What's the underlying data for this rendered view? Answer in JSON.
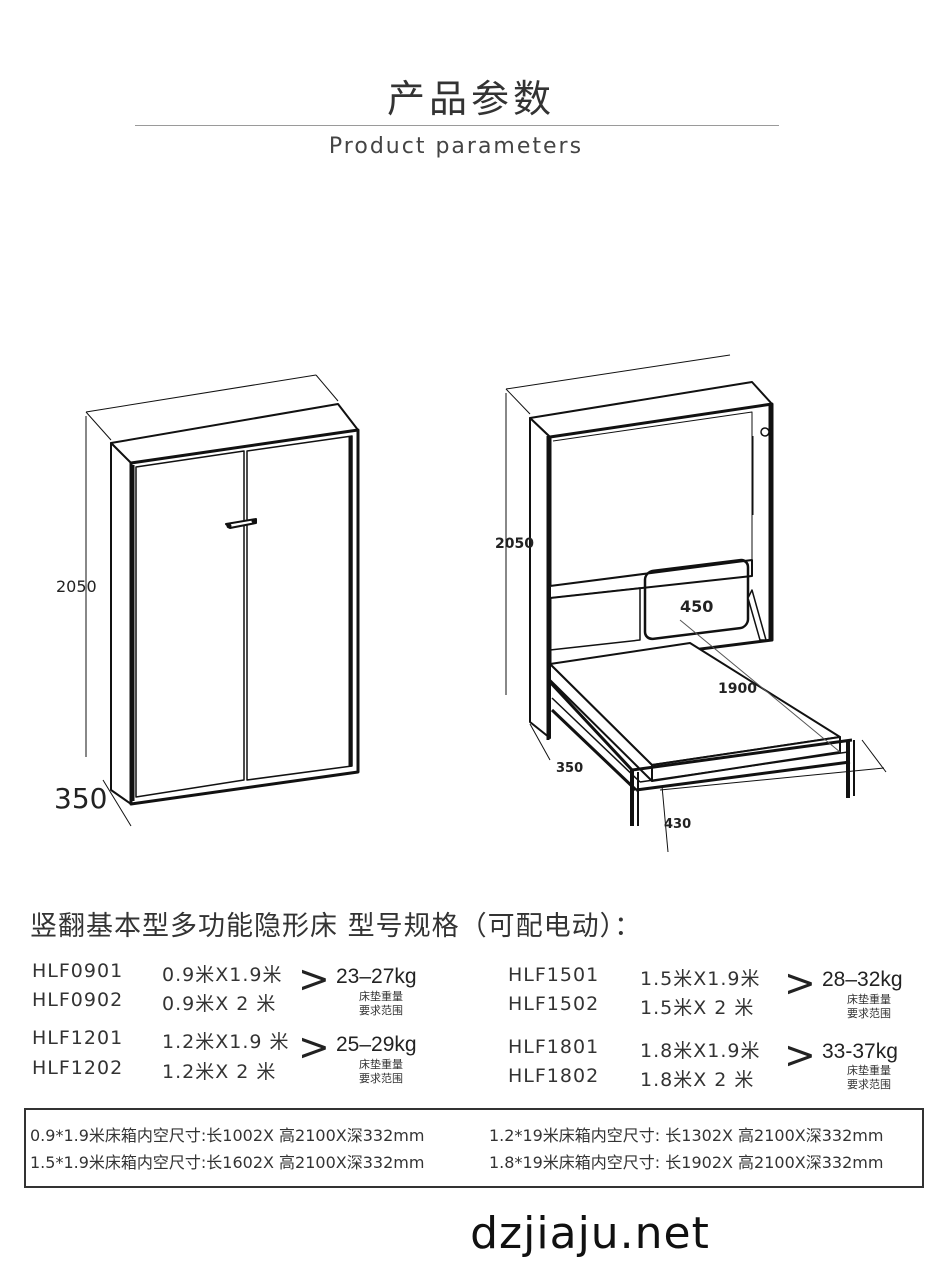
{
  "header": {
    "title_cn": "产品参数",
    "title_en": "Product parameters"
  },
  "diagram_left": {
    "height_label": "2050",
    "depth_label": "350"
  },
  "diagram_right": {
    "height_label": "2050",
    "headboard_label": "450",
    "length_label": "1900",
    "depth_label": "350",
    "leg_label": "430"
  },
  "specs": {
    "heading": "竖翻基本型多功能隐形床  型号规格（可配电动）：",
    "groups": [
      {
        "rows": [
          {
            "model": "HLF0901",
            "size": "0.9米X1.9米"
          },
          {
            "model": "HLF0902",
            "size": "0.9米X  2 米"
          }
        ],
        "weight": "23–27kg",
        "note1": "床垫重量",
        "note2": "要求范围"
      },
      {
        "rows": [
          {
            "model": "HLF1201",
            "size": "1.2米X1.9 米"
          },
          {
            "model": "HLF1202",
            "size": "1.2米X  2 米"
          }
        ],
        "weight": "25–29kg",
        "note1": "床垫重量",
        "note2": "要求范围"
      },
      {
        "rows": [
          {
            "model": "HLF1501",
            "size": "1.5米X1.9米"
          },
          {
            "model": "HLF1502",
            "size": "1.5米X  2 米"
          }
        ],
        "weight": "28–32kg",
        "note1": "床垫重量",
        "note2": "要求范围"
      },
      {
        "rows": [
          {
            "model": "HLF1801",
            "size": "1.8米X1.9米"
          },
          {
            "model": "HLF1802",
            "size": "1.8米X  2 米"
          }
        ],
        "weight": "33-37kg",
        "note1": "床垫重量",
        "note2": "要求范围"
      }
    ],
    "chevron": ">"
  },
  "inner_sizes": {
    "lines": [
      "0.9*1.9米床箱内空尺寸:长1002X 高2100X深332mm",
      "1.2*19米床箱内空尺寸: 长1302X 高2100X深332mm",
      "1.5*1.9米床箱内空尺寸:长1602X 高2100X深332mm",
      "1.8*19米床箱内空尺寸: 长1902X 高2100X深332mm"
    ]
  },
  "watermark": "dzjiaju.net"
}
